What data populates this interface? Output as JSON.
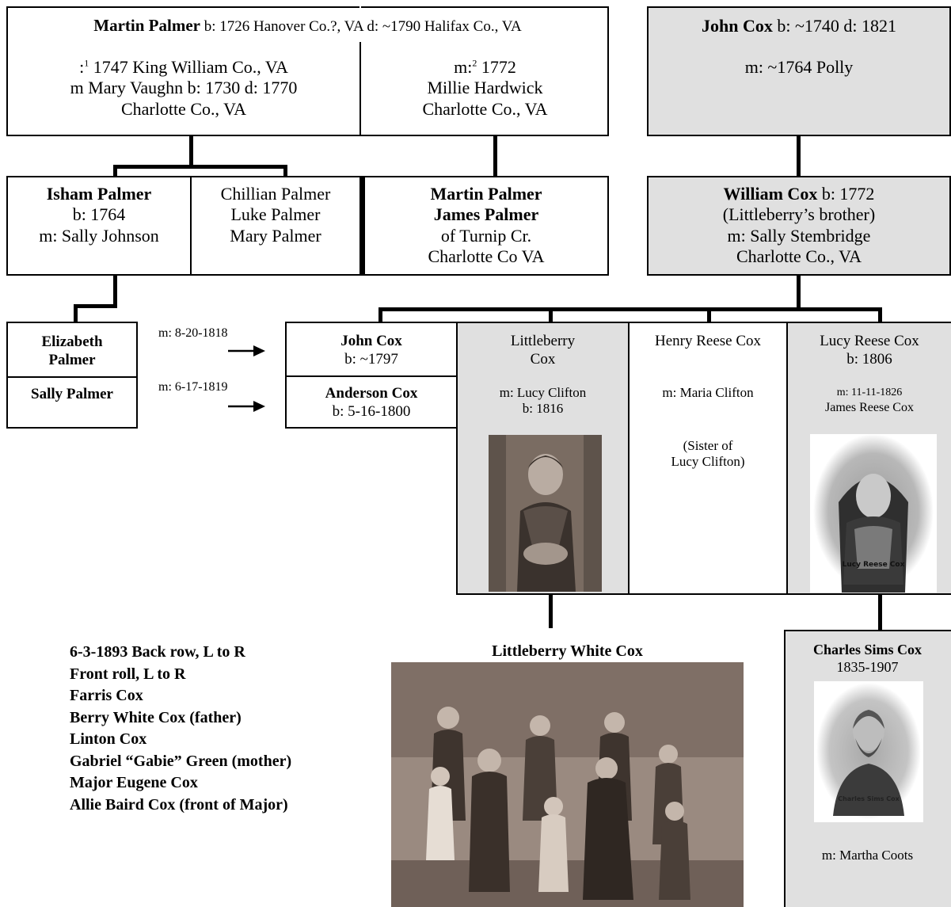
{
  "martin_sr": {
    "name": "Martin Palmer",
    "details": " b: 1726 Hanover Co.?, VA d: ~1790 Halifax Co., VA",
    "marriage1": {
      "prefix": ":",
      "sup": "1",
      "line1": " 1747 King William Co., VA",
      "line2": "m Mary Vaughn  b: 1730 d: 1770",
      "line3": "Charlotte Co., VA"
    },
    "marriage2": {
      "prefix": "m:",
      "sup": "2",
      "line1": " 1772",
      "line2": "Millie Hardwick",
      "line3": "Charlotte Co., VA"
    }
  },
  "john_cox_sr": {
    "name": "John Cox",
    "details": " b: ~1740 d: 1821",
    "marriage": "m: ~1764 Polly"
  },
  "isham": {
    "name": "Isham Palmer",
    "born": "b: 1764",
    "married": "m: Sally Johnson"
  },
  "siblings_1": [
    "Chillian Palmer",
    "Luke Palmer",
    "Mary Palmer"
  ],
  "siblings_2": {
    "name1": "Martin Palmer",
    "name2": "James Palmer",
    "line3": "of Turnip Cr.",
    "line4": "Charlotte Co VA"
  },
  "william_cox": {
    "name": "William Cox",
    "details": " b: 1772",
    "note": "(Littleberry’s brother)",
    "married": "m: Sally Stembridge",
    "place": "Charlotte Co., VA"
  },
  "palmer_daughters": {
    "elizabeth_1": "Elizabeth",
    "elizabeth_2": "Palmer",
    "sally": "Sally Palmer"
  },
  "marriage_arrows": {
    "m1": "m: 8-20-1818",
    "m2": "m: 6-17-1819",
    "arrow": "⟶"
  },
  "john_cox_jr": {
    "name": "John Cox",
    "born": "b: ~1797"
  },
  "anderson": {
    "name": "Anderson Cox",
    "born": "b: 5-16-1800"
  },
  "littleberry": {
    "name1": "Littleberry",
    "name2": "Cox",
    "married": "m: Lucy Clifton",
    "born": "b: 1816"
  },
  "henry": {
    "name": "Henry Reese Cox",
    "married": "m: Maria Clifton",
    "note1": "(Sister of",
    "note2": "Lucy Clifton)"
  },
  "lucy_reese": {
    "name": "Lucy Reese Cox",
    "born": "b: 1806",
    "married": "m: 11-11-1826",
    "spouse": "James Reese Cox",
    "photo_caption": "Lucy Reese Cox"
  },
  "family_photo": {
    "title": "Littleberry White Cox",
    "lines": [
      "6-3-1893  Back row, L to R",
      "Front roll, L to R",
      "Farris Cox",
      "Berry White Cox (father)",
      "Linton Cox",
      "Gabriel “Gabie” Green (mother)",
      "Major Eugene Cox",
      "Allie Baird Cox (front of Major)"
    ]
  },
  "charles": {
    "name": "Charles Sims Cox",
    "years": "1835-1907",
    "photo_caption": "Charles Sims Cox",
    "married": "m: Martha Coots"
  },
  "colors": {
    "gray_fill": "#e0e0e0",
    "line": "#000000",
    "sepia": "#8a7a6c"
  }
}
